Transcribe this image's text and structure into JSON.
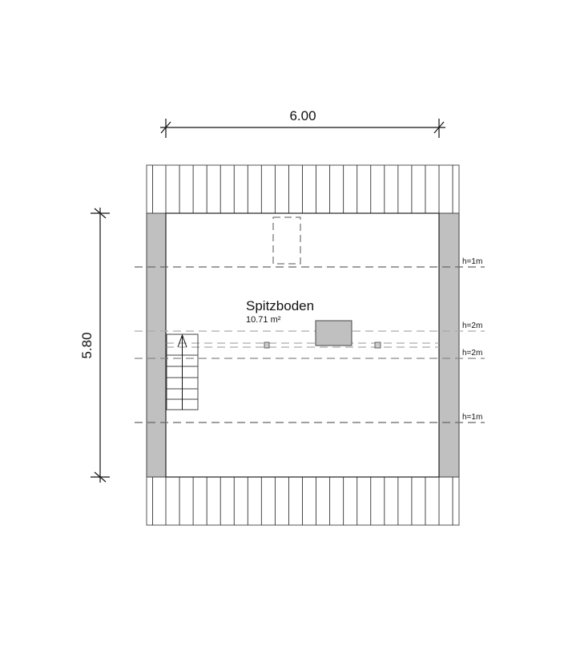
{
  "plan": {
    "room_name": "Spitzboden",
    "room_area": "10.71 m²",
    "dimension_width": "6.00",
    "dimension_depth": "5.80",
    "height_lines": [
      {
        "label": "h=1m",
        "tone": "dark"
      },
      {
        "label": "h=2m",
        "tone": "light"
      },
      {
        "label": "h=2m",
        "tone": "dark"
      },
      {
        "label": "h=1m",
        "tone": "dark"
      }
    ]
  },
  "colors": {
    "wall": "#c0c0c0",
    "line": "#333333",
    "dash_dark": "#666666",
    "dash_light": "#aaaaaa"
  }
}
